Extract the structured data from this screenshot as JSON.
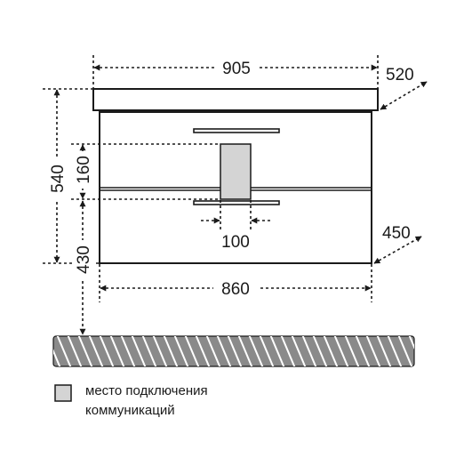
{
  "dimensions": {
    "top_width": "905",
    "top_depth": "520",
    "total_height": "540",
    "comm_zone_height": "160",
    "comm_zone_width": "100",
    "cabinet_depth": "450",
    "mount_height": "430",
    "cabinet_width": "860"
  },
  "legend": {
    "line1": "место подключения",
    "line2": "коммуникаций"
  },
  "colors": {
    "line": "#1a1a1a",
    "comm_fill": "#d4d4d4",
    "floor_fill": "#8a8a8a"
  }
}
